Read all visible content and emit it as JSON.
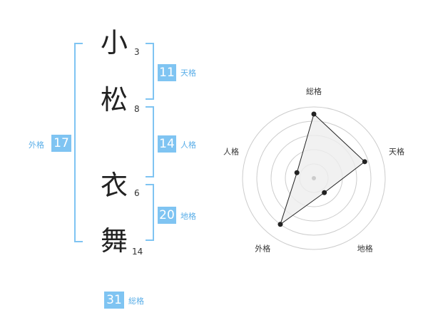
{
  "name": {
    "characters": [
      {
        "char": "小",
        "strokes": "3"
      },
      {
        "char": "松",
        "strokes": "8"
      },
      {
        "char": "衣",
        "strokes": "6"
      },
      {
        "char": "舞",
        "strokes": "14"
      }
    ]
  },
  "fortune": {
    "tenkaku": {
      "value": "11",
      "label": "天格"
    },
    "jinkaku": {
      "value": "14",
      "label": "人格"
    },
    "chikaku": {
      "value": "20",
      "label": "地格"
    },
    "gaikaku": {
      "value": "17",
      "label": "外格"
    },
    "soukaku": {
      "value": "31",
      "label": "総格"
    }
  },
  "colors": {
    "accent": "#7fc4f2",
    "accent_text": "#5aaee8",
    "radar_fill": "#eeeeee",
    "ring": "#cccccc"
  },
  "chart_data": {
    "type": "radar",
    "axes": [
      "総格",
      "天格",
      "地格",
      "外格",
      "人格"
    ],
    "values": [
      0.9,
      0.75,
      0.25,
      0.8,
      0.25
    ],
    "range": [
      0,
      1
    ],
    "rings": 5
  }
}
